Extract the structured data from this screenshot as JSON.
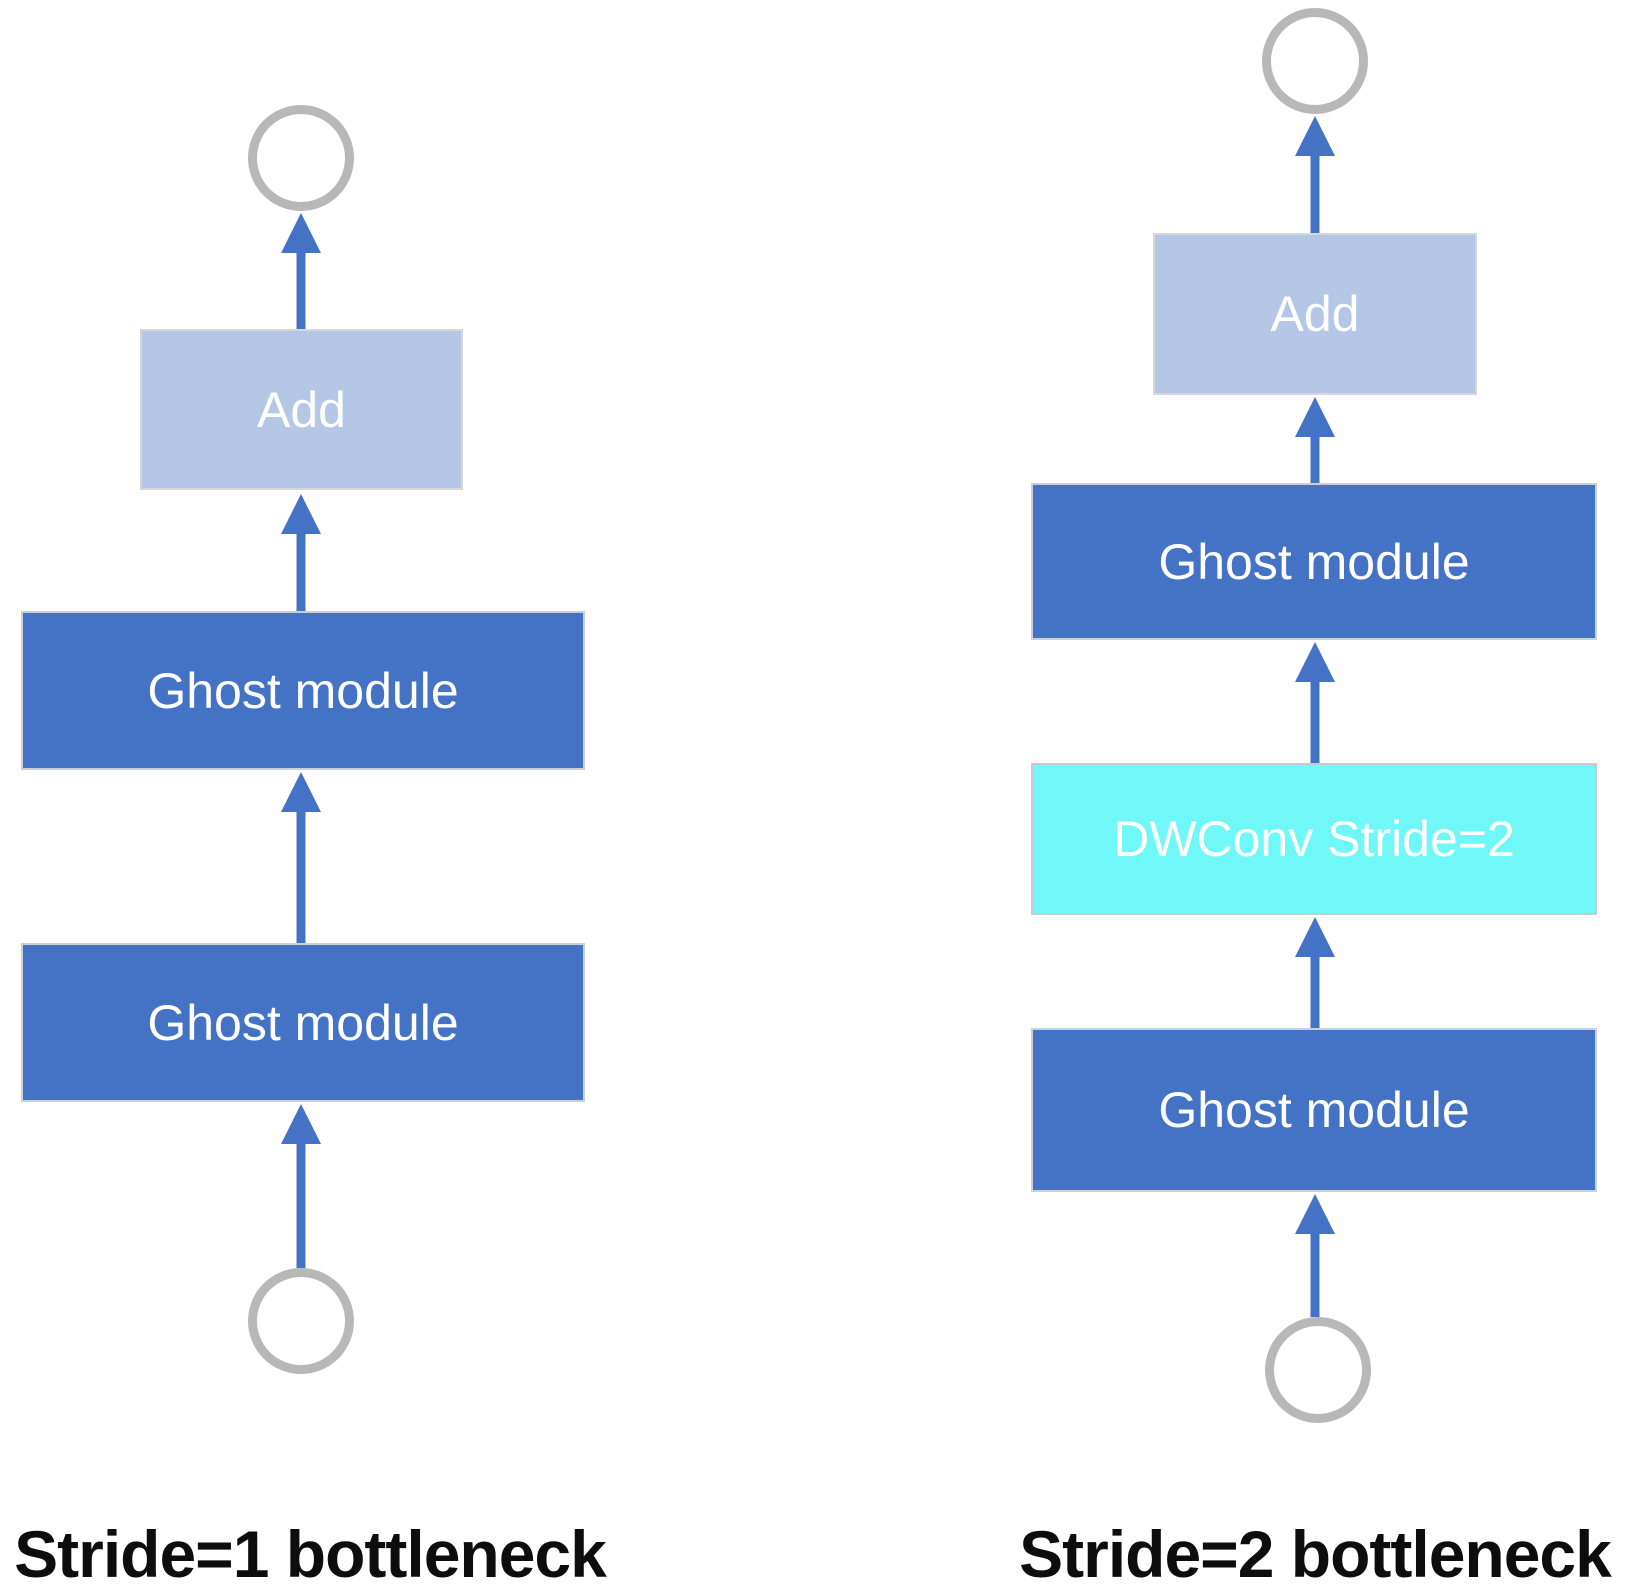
{
  "figure": {
    "left_panel": {
      "caption": "Stride=1 bottleneck",
      "add_label": "Add",
      "ghost_top_label": "Ghost module",
      "ghost_bottom_label": "Ghost module"
    },
    "right_panel": {
      "caption": "Stride=2 bottleneck",
      "add_label": "Add",
      "ghost_top_label": "Ghost module",
      "dwconv_label": "DWConv Stride=2",
      "ghost_bottom_label": "Ghost module"
    },
    "colors": {
      "module_blue": "#4472c4",
      "add_light_blue": "#b4c7e7",
      "dwconv_cyan": "#70f8f9",
      "arrow_blue": "#4472c4",
      "circle_gray": "#b8b8b8",
      "caption_text": "#0d0d0d"
    }
  }
}
